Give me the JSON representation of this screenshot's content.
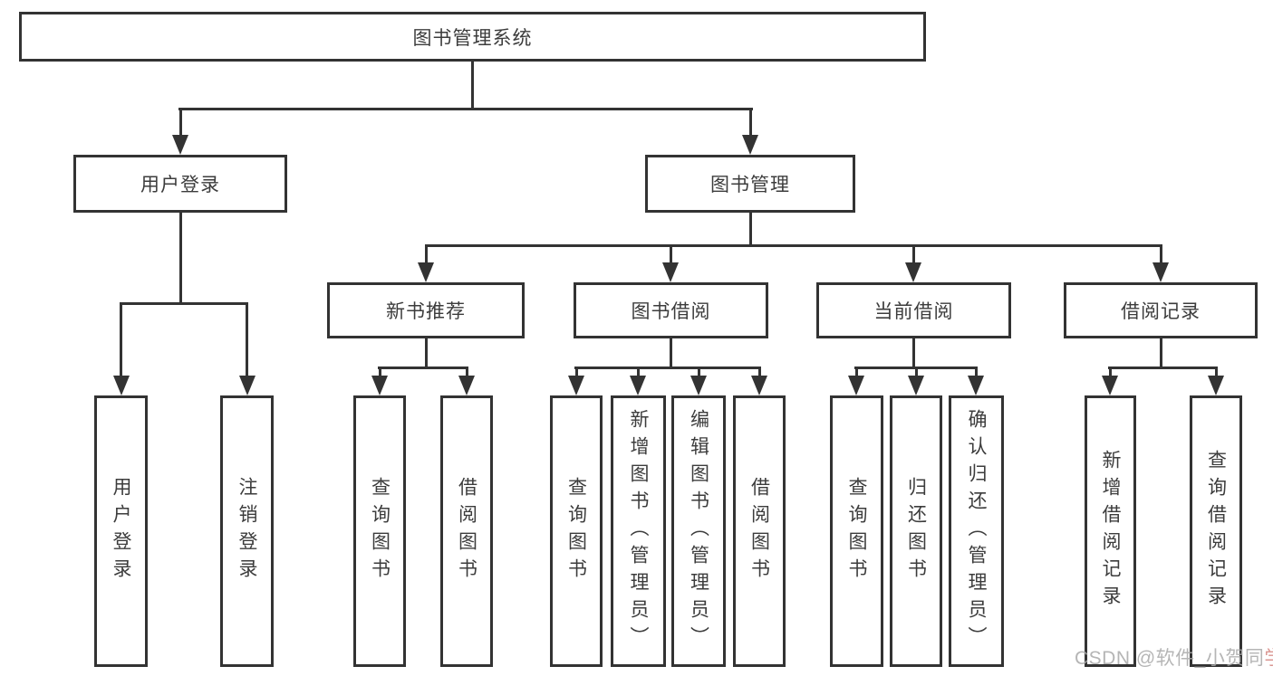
{
  "diagram": {
    "root": {
      "label": "图书管理系统"
    },
    "level2": [
      {
        "label": "用户登录"
      },
      {
        "label": "图书管理"
      }
    ],
    "level3": [
      {
        "label": "新书推荐"
      },
      {
        "label": "图书借阅"
      },
      {
        "label": "当前借阅"
      },
      {
        "label": "借阅记录"
      }
    ],
    "leaves": [
      {
        "label": "用户登录"
      },
      {
        "label": "注销登录"
      },
      {
        "label": "查询图书"
      },
      {
        "label": "借阅图书"
      },
      {
        "label": "查询图书"
      },
      {
        "label": "新增图书（管理员）"
      },
      {
        "label": "编辑图书（管理员）"
      },
      {
        "label": "借阅图书"
      },
      {
        "label": "查询图书"
      },
      {
        "label": "归还图书"
      },
      {
        "label": "确认归还（管理员）"
      },
      {
        "label": "新增借阅记录"
      },
      {
        "label": "查询借阅记录"
      }
    ],
    "colors": {
      "line": "#333333",
      "text": "#3c3c3c",
      "box_background": "#ffffff"
    }
  },
  "watermark": {
    "prefix": "CSDN @软件_小贺同",
    "accent": "学",
    "color": "#a9a9a9",
    "accent_color": "#d4837d"
  }
}
